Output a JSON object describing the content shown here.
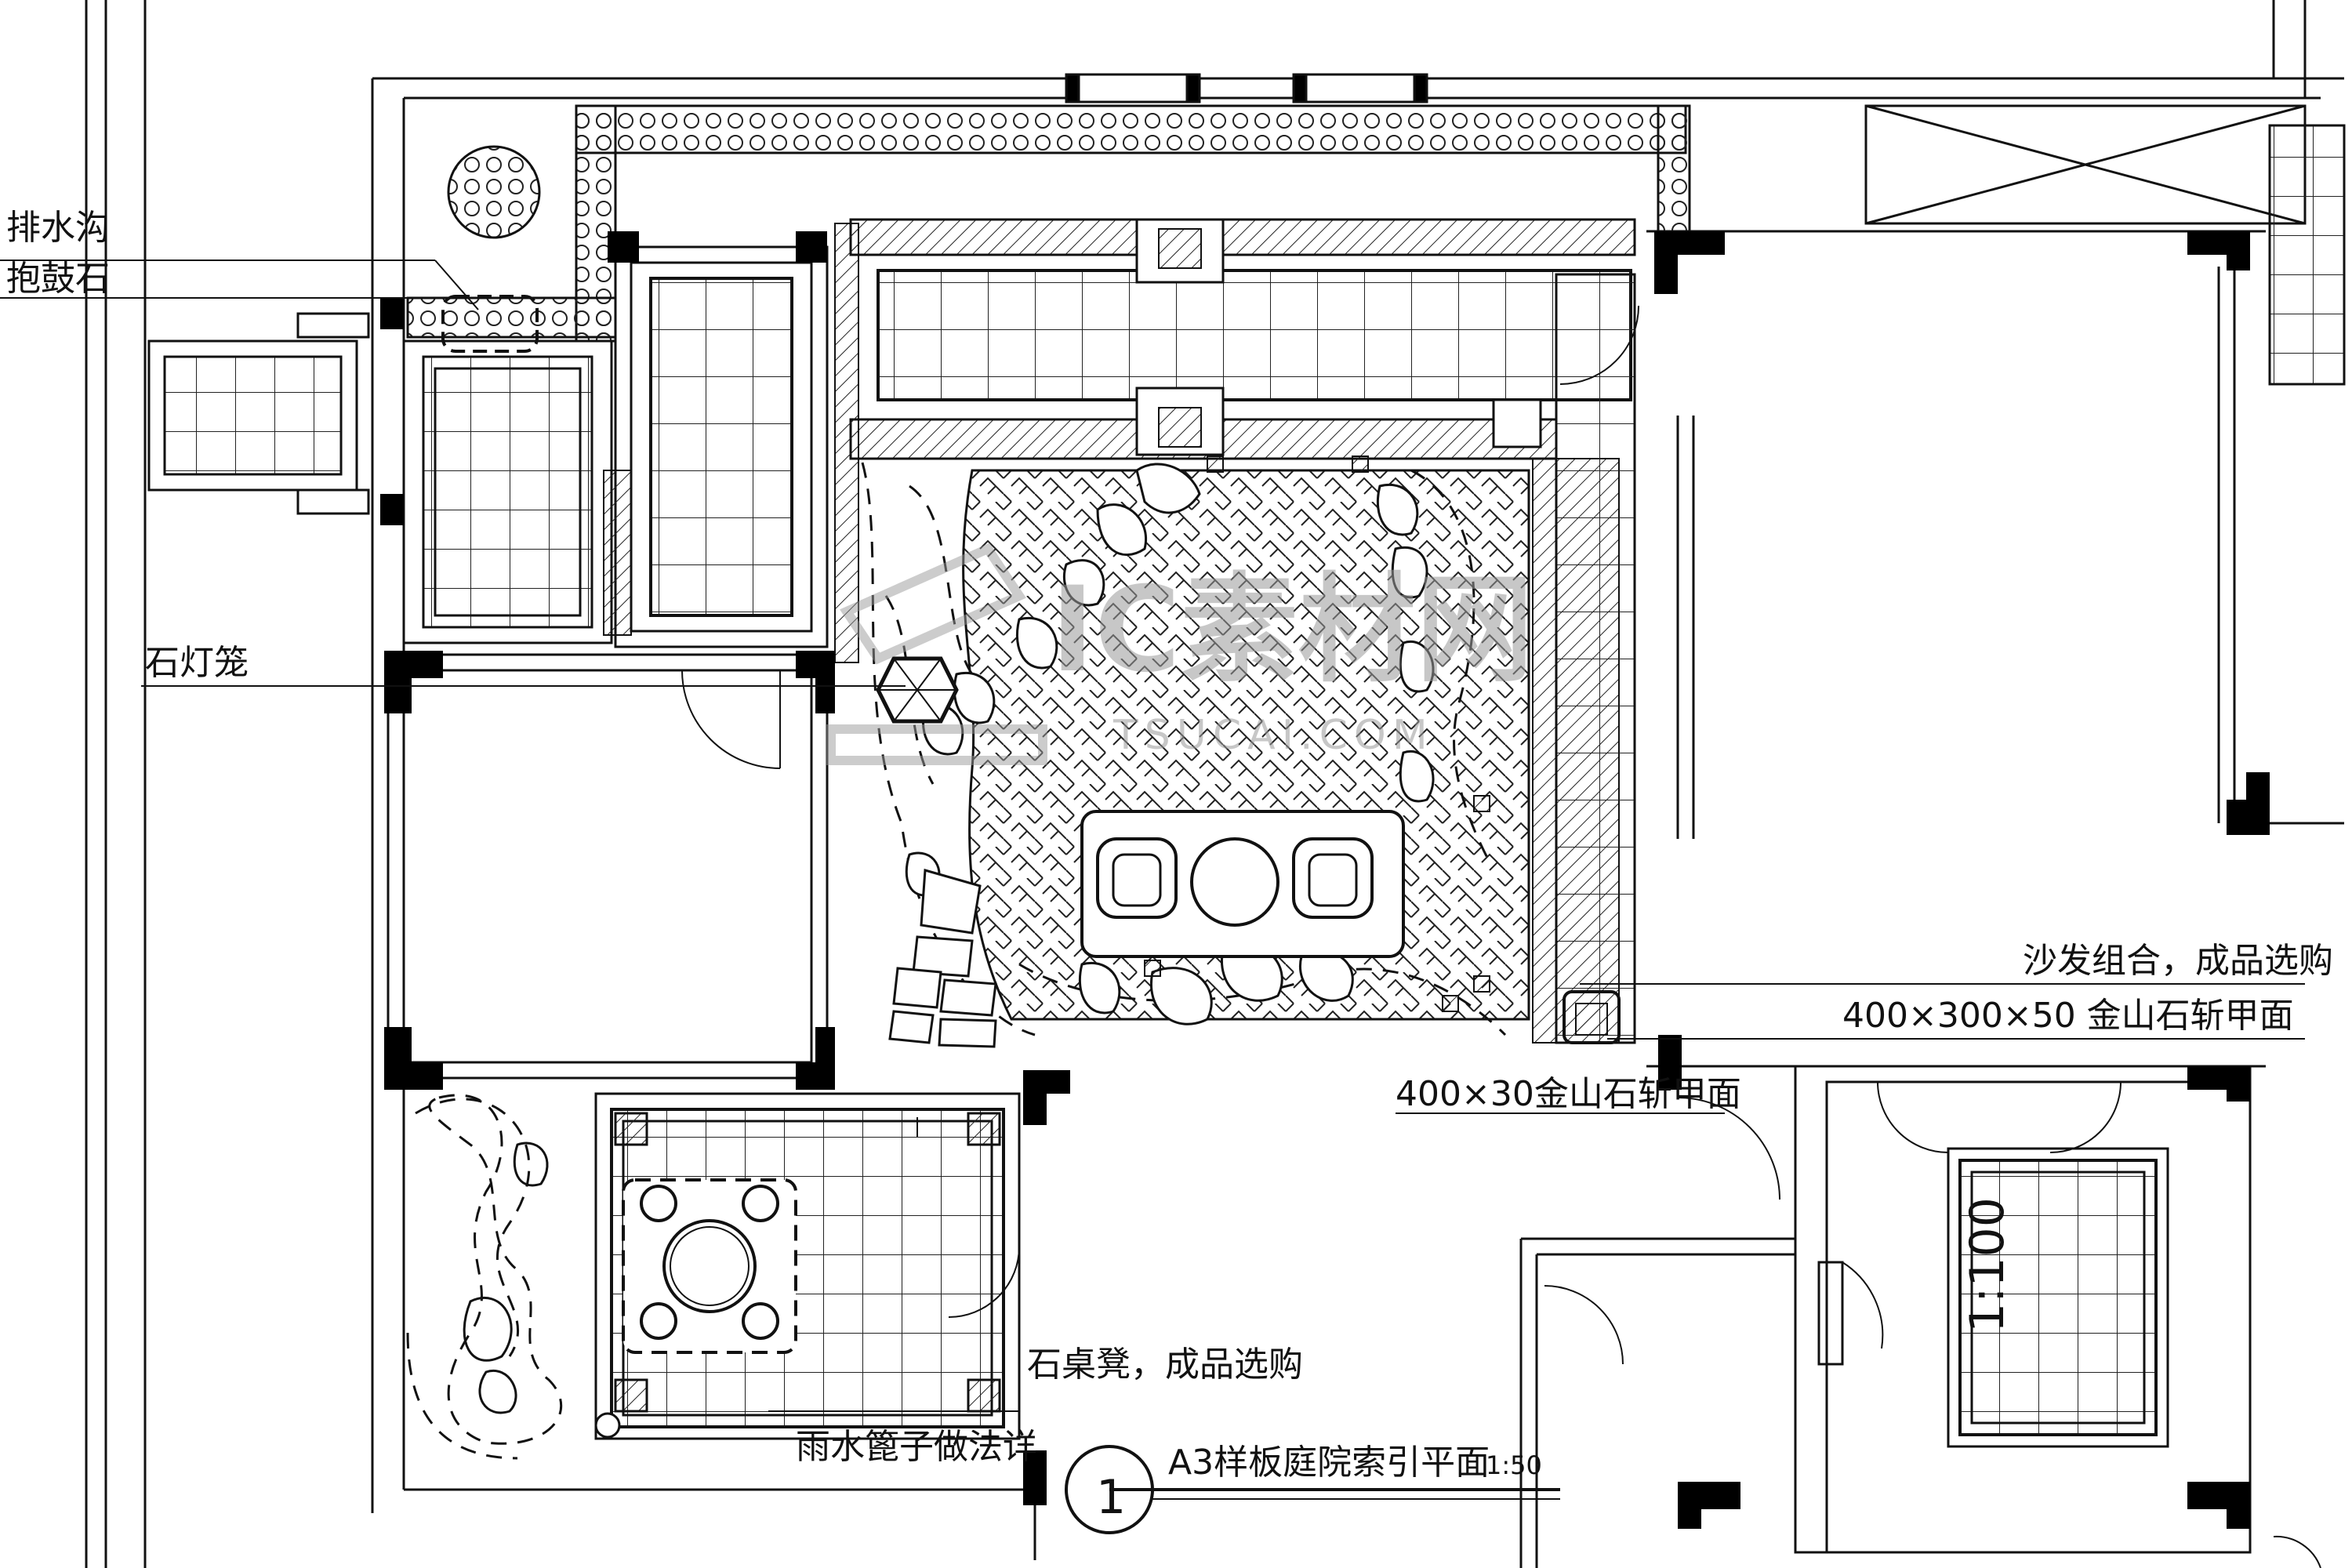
{
  "annotations": {
    "drain_ditch": "排水沟",
    "drum_stone": "抱鼓石",
    "stone_lantern": "石灯笼",
    "sofa": "沙发组合，成品选购",
    "paving_1": "400×300×50 金山石斩甲面",
    "paving_2": "400×30金山石斩甲面",
    "stone_table": "石桌凳，成品选购",
    "rain_grate": "雨水篦子做法详"
  },
  "title_block": {
    "index_number": "1",
    "title": "A3样板庭院索引平面",
    "scale": "1:50"
  },
  "dimension_text": "1:100",
  "watermark": {
    "name": "IC素材网",
    "url": "TSUCAI.COM"
  },
  "colors": {
    "line": "#111111",
    "wall": "#000000",
    "background": "#ffffff",
    "watermark": "#9a9a9a"
  }
}
